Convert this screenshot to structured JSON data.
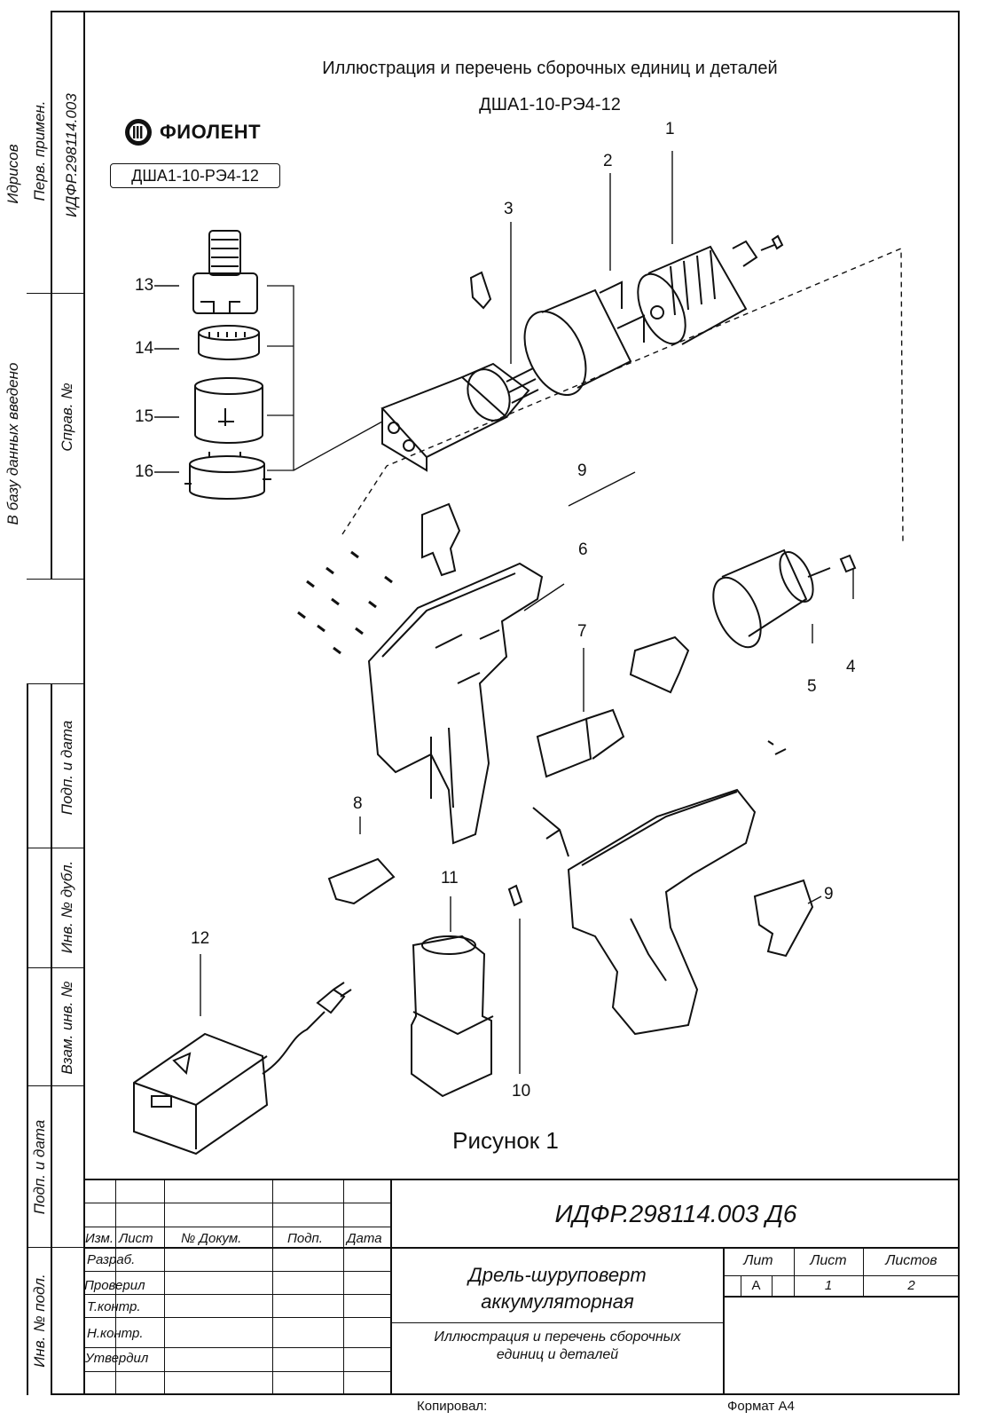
{
  "heading": {
    "line1": "Иллюстрация и перечень сборочных единиц и деталей",
    "line2": "ДША1-10-РЭ4-12"
  },
  "logo": {
    "brand": "ФИОЛЕНТ",
    "model_box": "ДША1-10-РЭ4-12"
  },
  "side_strip": {
    "outer_top": "Идрисов",
    "outer_middle": "В базу данных введено",
    "perv_primen": "Перв. примен.",
    "doc_code": "ИДФР.298114.003",
    "sprav_no": "Справ. №",
    "podp_data_1": "Подп. и дата",
    "inv_dubl": "Инв. № дубл.",
    "vzam_inv": "Взам. инв. №",
    "podp_data_2": "Подп. и дата",
    "inv_podl": "Инв. № подл."
  },
  "callouts": [
    "1",
    "2",
    "3",
    "4",
    "5",
    "6",
    "7",
    "8",
    "9",
    "9",
    "10",
    "11",
    "12",
    "13",
    "14",
    "15",
    "16"
  ],
  "figure_caption": "Рисунок 1",
  "title_block": {
    "designation": "ИДФР.298114.003 Д6",
    "col_izm": "Изм.",
    "col_list": "Лист",
    "col_doc": "№ Докум.",
    "col_podp": "Подп.",
    "col_data": "Дата",
    "row_razrab": "Разраб.",
    "row_proveril": "Проверил",
    "row_tkontr": "Т.контр.",
    "row_nkontr": "Н.контр.",
    "row_utverdil": "Утвердил",
    "product_line1": "Дрель-шуруповерт",
    "product_line2": "аккумуляторная",
    "subtitle_line1": "Иллюстрация  и перечень сборочных",
    "subtitle_line2": "единиц и деталей",
    "lit_label": "Лит",
    "list_label": "Лист",
    "listov_label": "Листов",
    "lit_value": "А",
    "list_value": "1",
    "listov_value": "2"
  },
  "footer": {
    "copied": "Копировал:",
    "format": "Формат А4"
  }
}
